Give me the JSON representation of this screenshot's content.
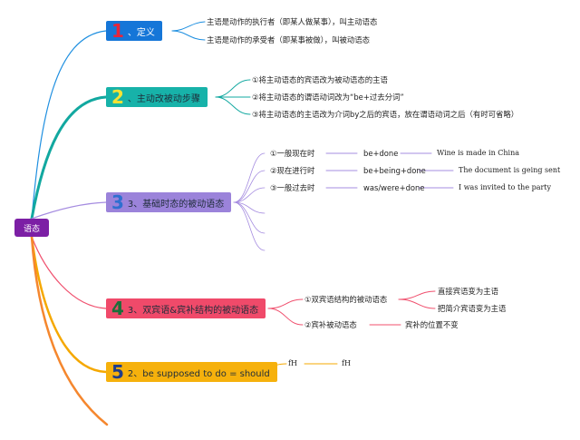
{
  "root": {
    "label": "语态",
    "color": "#7c1fa5"
  },
  "branches": [
    {
      "id": "b1",
      "num": "1",
      "label": "、定义",
      "bg": "#1576d8",
      "num_color": "#e8243a",
      "text_color": "#ffffff",
      "line": "#1e8fe0",
      "children": [
        {
          "text": "主语是动作的执行者（即某人做某事），叫主动语态"
        },
        {
          "text": "主语是动作的承受者（即某事被做），叫被动语态"
        }
      ]
    },
    {
      "id": "b2",
      "num": "2",
      "label": "、主动改被动步骤",
      "bg": "#17b2a9",
      "num_color": "#f7e233",
      "text_color": "#1f2d3a",
      "line": "#12a8a0",
      "children": [
        {
          "text": "①将主动语态的宾语改为被动语态的主语"
        },
        {
          "text": "②将主动语态的谓语动词改为“be+过去分词”"
        },
        {
          "text": "③将主动语态的主语改为介词by之后的宾语，放在谓语动词之后（有时可省略）"
        }
      ]
    },
    {
      "id": "b3",
      "num": "3",
      "label": "3、基础时态的被动语态",
      "bg": "#9b83da",
      "num_color": "#2f6fd0",
      "text_color": "#1f2d3a",
      "line": "#a58ce0",
      "rows": [
        {
          "tense": "①一般现在时",
          "form": "be+done",
          "example": "Wine is made in China"
        },
        {
          "tense": "②现在进行时",
          "form": "be+being+done",
          "example": "The document is geing sent"
        },
        {
          "tense": "③一般过去时",
          "form": "was/were+done",
          "example": "I was invited to the party"
        }
      ]
    },
    {
      "id": "b4",
      "num": "4",
      "label": "3、双宾语&宾补结构的被动语态",
      "bg": "#f04a6a",
      "num_color": "#1b6f3a",
      "text_color": "#1f2d3a",
      "line": "#f0506e",
      "children": [
        {
          "text": "①双宾语结构的被动语态",
          "sub": [
            {
              "text": "直接宾语变为主语"
            },
            {
              "text": "把简介宾语变为主语"
            }
          ]
        },
        {
          "text": "②宾补被动语态",
          "sub": [
            {
              "text": "宾补的位置不变"
            }
          ]
        }
      ]
    },
    {
      "id": "b5",
      "num": "5",
      "label": "2、be supposed to do = should",
      "bg": "#f6b10c",
      "num_color": "#1f3d8a",
      "text_color": "#1f2d3a",
      "line": "#f5a800",
      "children": [
        {
          "text": "fH",
          "sub": [
            {
              "text": "fH"
            }
          ]
        }
      ]
    }
  ],
  "extra_branch_color": "#f5872e"
}
